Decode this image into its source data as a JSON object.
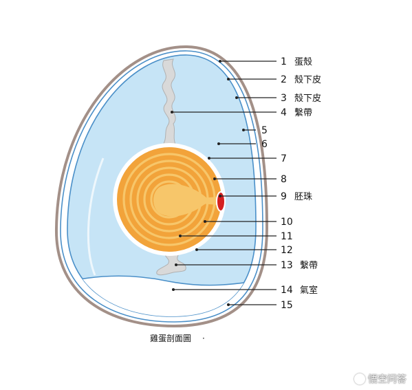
{
  "caption": "雞蛋剖面圖",
  "caption_mark": "·",
  "labels": [
    {
      "num": "1",
      "name": "蛋殼"
    },
    {
      "num": "2",
      "name": "殼下皮"
    },
    {
      "num": "3",
      "name": "殼下皮"
    },
    {
      "num": "4",
      "name": "繫帶"
    },
    {
      "num": "5",
      "name": ""
    },
    {
      "num": "6",
      "name": ""
    },
    {
      "num": "7",
      "name": ""
    },
    {
      "num": "8",
      "name": ""
    },
    {
      "num": "9",
      "name": "胚珠"
    },
    {
      "num": "10",
      "name": ""
    },
    {
      "num": "11",
      "name": ""
    },
    {
      "num": "12",
      "name": ""
    },
    {
      "num": "13",
      "name": "繫帶"
    },
    {
      "num": "14",
      "name": "氣室"
    },
    {
      "num": "15",
      "name": ""
    }
  ],
  "watermark": {
    "text": "悟空问答",
    "icon": "wukong-logo-icon"
  },
  "colors": {
    "shell": "#a39088",
    "membrane": "#4a8fc8",
    "albumen": "#c6e4f6",
    "air_cell": "#ffffff",
    "yolk": "#f2a33a",
    "yolk_ring": "#f7c66a",
    "germinal_disc": "#d42020",
    "chalaza": "#d9d9d9"
  }
}
